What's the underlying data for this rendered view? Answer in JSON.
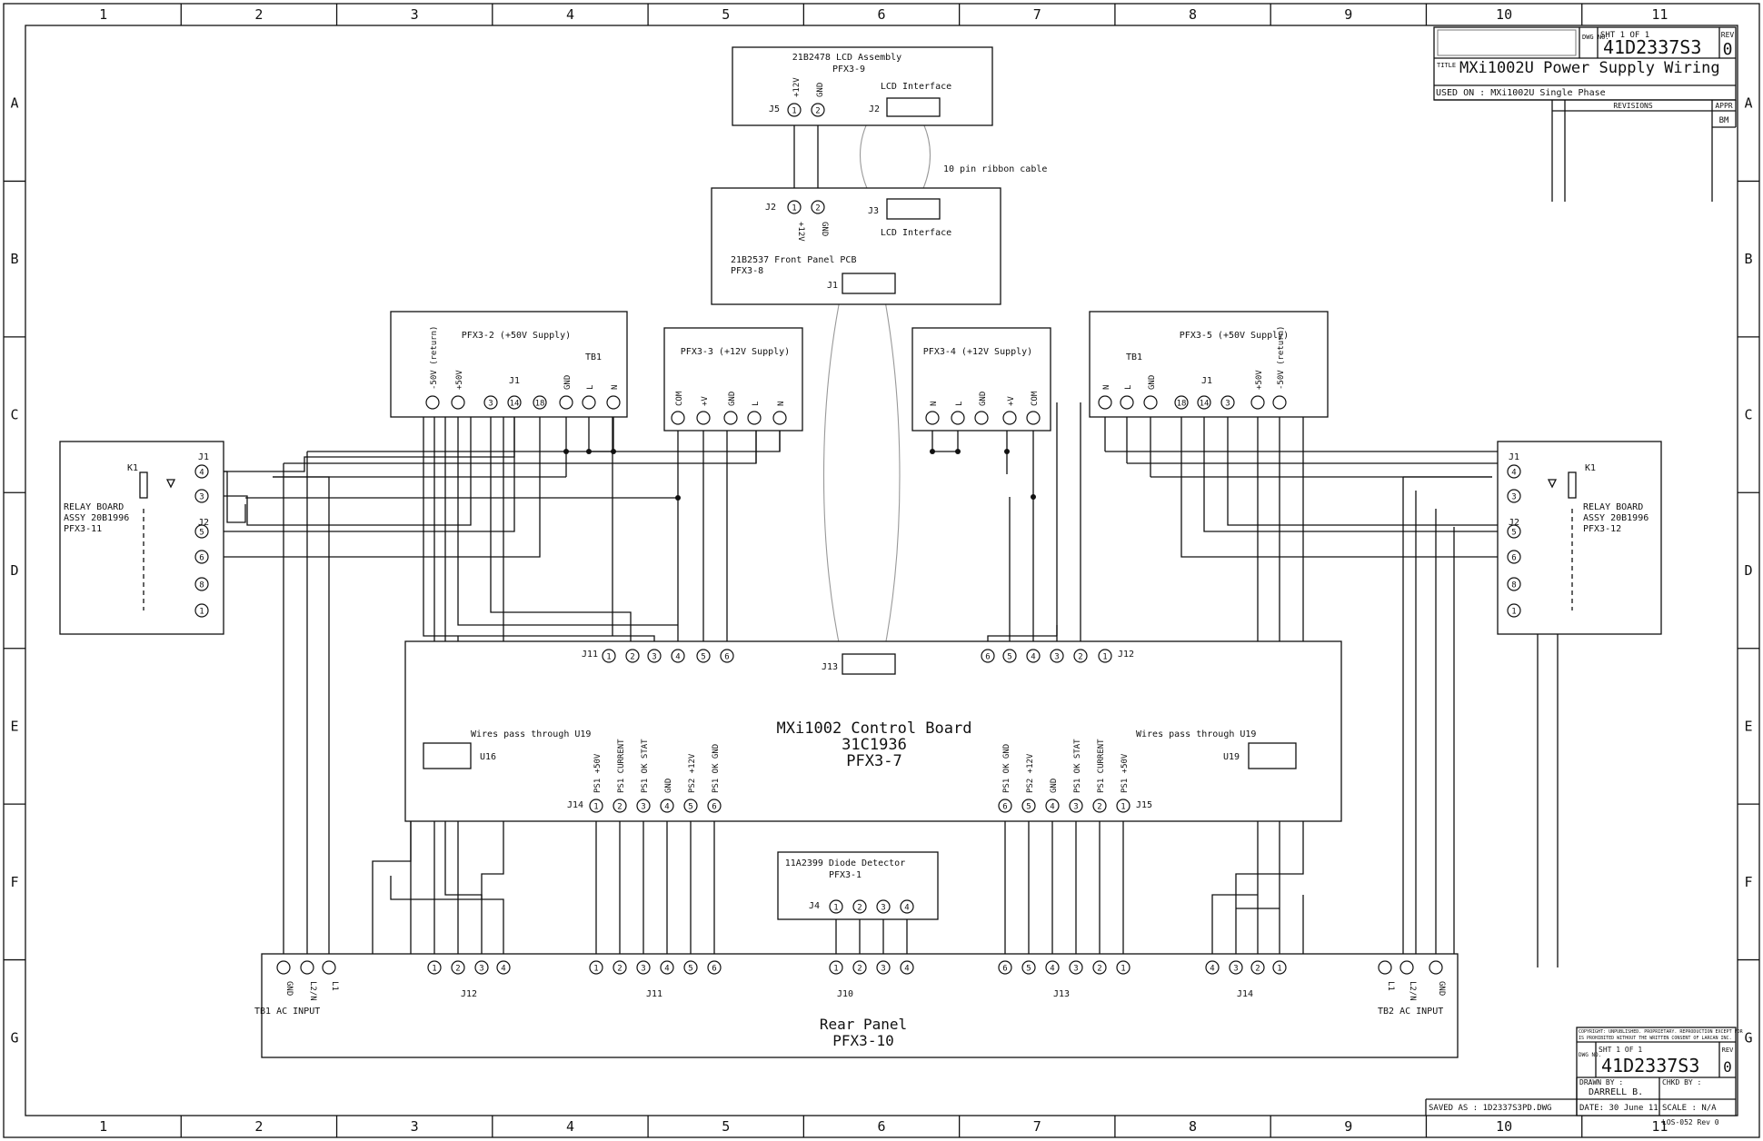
{
  "grid": {
    "columns": [
      "1",
      "2",
      "3",
      "4",
      "5",
      "6",
      "7",
      "8",
      "9",
      "10",
      "11"
    ],
    "rows": [
      "A",
      "B",
      "C",
      "D",
      "E",
      "F",
      "G"
    ]
  },
  "title_block": {
    "dwg_label": "DWG NO.",
    "sheet": "SHT 1 OF 1",
    "dwg_no": "41D2337S3",
    "rev_label": "REV",
    "rev": "0",
    "title_label": "TITLE",
    "title": "MXi1002U Power Supply Wiring",
    "used_on": "USED ON : MXi1002U Single Phase",
    "revisions": "REVISIONS",
    "appr": "APPR",
    "appr_initials": "BM"
  },
  "lower_block": {
    "copyright_1": "COPYRIGHT: UNPUBLISHED. PROPRIETARY. REPRODUCTION EXCEPT FOR",
    "copyright_2": "IS PROHIBITED WITHOUT THE WRITTEN CONSENT OF LARCAN INC.",
    "dwg_label": "DWG NO.",
    "sheet": "SHT 1 OF 1",
    "dwg_no": "41D2337S3",
    "rev_label": "REV",
    "rev": "0",
    "drawn_by_label": "DRAWN BY :",
    "drawn_by": "DARRELL B.",
    "chkd_by": "CHKD BY :",
    "saved_as": "SAVED AS : 1D2337S3PD.DWG",
    "date": "DATE: 30 June 11",
    "scale": "SCALE : N/A",
    "form": "LOS-052 Rev 0"
  },
  "lcd": {
    "title": "21B2478 LCD Assembly",
    "ref": "PFX3-9",
    "j5": "J5",
    "j2": "J2",
    "interface": "LCD Interface",
    "pin1": "1",
    "pin2": "2",
    "pin1_name": "+12V",
    "pin2_name": "GND"
  },
  "ribbon_label": "10 pin ribbon cable",
  "front_panel": {
    "title": "21B2537 Front Panel PCB",
    "ref": "PFX3-8",
    "j2": "J2",
    "j3": "J3",
    "j1": "J1",
    "interface": "LCD Interface",
    "pin1": "1",
    "pin2": "2",
    "pin1_name": "+12V",
    "pin2_name": "GND"
  },
  "ps2": {
    "title": "PFX3-2 (+50V Supply)",
    "tb1": "TB1",
    "j1": "J1",
    "term_names": [
      "-50V (return)",
      "+50V",
      "",
      "",
      "",
      "GND",
      "L",
      "N"
    ],
    "term_nums": [
      "",
      "",
      "3",
      "14",
      "18",
      "",
      "",
      ""
    ]
  },
  "ps3": {
    "title": "PFX3-3 (+12V Supply)",
    "term_names": [
      "COM",
      "+V",
      "GND",
      "L",
      "N"
    ]
  },
  "ps4": {
    "title": "PFX3-4 (+12V Supply)",
    "term_names": [
      "N",
      "L",
      "GND",
      "+V",
      "COM"
    ]
  },
  "ps5": {
    "title": "PFX3-5 (+50V Supply)",
    "tb1": "TB1",
    "j1": "J1",
    "term_names": [
      "N",
      "L",
      "GND",
      "",
      "",
      "",
      "+50V",
      "-50V (return)"
    ],
    "term_nums": [
      "",
      "",
      "",
      "18",
      "14",
      "3",
      "",
      ""
    ]
  },
  "relay_left": {
    "k1": "K1",
    "j1": "J1",
    "j2": "J2",
    "line1": "RELAY BOARD",
    "line2": "ASSY 20B1996",
    "line3": "PFX3-11",
    "pins": [
      "4",
      "3",
      "5",
      "6",
      "8",
      "1"
    ]
  },
  "relay_right": {
    "k1": "K1",
    "j1": "J1",
    "j2": "J2",
    "line1": "RELAY BOARD",
    "line2": "ASSY 20B1996",
    "line3": "PFX3-12",
    "pins": [
      "4",
      "3",
      "5",
      "6",
      "8",
      "1"
    ]
  },
  "control": {
    "title": "MXi1002 Control Board",
    "part": "31C1936",
    "ref": "PFX3-7",
    "j11": "J11",
    "j12": "J12",
    "j13": "J13",
    "j14": "J14",
    "j15": "J15",
    "u16": "U16",
    "u19": "U19",
    "pass_left": "Wires pass through U19",
    "pass_right": "Wires pass through U19",
    "j11_pins": [
      "1",
      "2",
      "3",
      "4",
      "5",
      "6"
    ],
    "j12_pins": [
      "6",
      "5",
      "4",
      "3",
      "2",
      "1"
    ],
    "j14_pins": [
      "1",
      "2",
      "3",
      "4",
      "5",
      "6"
    ],
    "j15_pins": [
      "6",
      "5",
      "4",
      "3",
      "2",
      "1"
    ],
    "j14_names": [
      "PS1 +50V",
      "PS1 CURRENT",
      "PS1 OK STAT",
      "GND",
      "PS2 +12V",
      "PS1 OK GND"
    ],
    "j15_names": [
      "PS1 OK GND",
      "PS2 +12V",
      "GND",
      "PS1 OK STAT",
      "PS1 CURRENT",
      "PS1 +50V"
    ]
  },
  "diode": {
    "title": "11A2399 Diode Detector",
    "ref": "PFX3-1",
    "j4": "J4",
    "pins": [
      "1",
      "2",
      "3",
      "4"
    ]
  },
  "rear": {
    "title": "Rear Panel",
    "ref": "PFX3-10",
    "tb1": "TB1 AC INPUT",
    "tb2": "TB2 AC INPUT",
    "tb1_names": [
      "GND",
      "L2/N",
      "L1"
    ],
    "tb2_names": [
      "L1",
      "L2/N",
      "GND"
    ],
    "j12": "J12",
    "j11": "J11",
    "j10": "J10",
    "j13": "J13",
    "j14": "J14",
    "j12_pins": [
      "1",
      "2",
      "3",
      "4"
    ],
    "j11_pins": [
      "1",
      "2",
      "3",
      "4",
      "5",
      "6"
    ],
    "j10_pins": [
      "1",
      "2",
      "3",
      "4"
    ],
    "j13_pins": [
      "6",
      "5",
      "4",
      "3",
      "2",
      "1"
    ],
    "j14_pins": [
      "4",
      "3",
      "2",
      "1"
    ]
  }
}
